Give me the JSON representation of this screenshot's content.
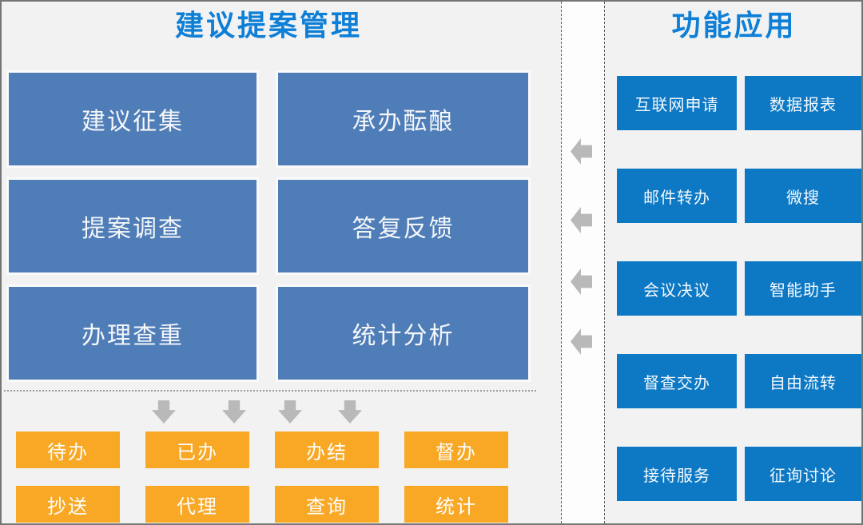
{
  "left": {
    "title": "建议提案管理",
    "modules": [
      "建议征集",
      "承办酝酿",
      "提案调查",
      "答复反馈",
      "办理查重",
      "统计分析"
    ],
    "actions": [
      "待办",
      "已办",
      "办结",
      "督办",
      "抄送",
      "代理",
      "查询",
      "统计"
    ]
  },
  "right": {
    "title": "功能应用",
    "apps": [
      "互联网申请",
      "数据报表",
      "邮件转办",
      "微搜",
      "会议决议",
      "智能助手",
      "督查交办",
      "自由流转",
      "接待服务",
      "征询讨论"
    ]
  },
  "icons": {
    "down_arrow": "block-arrow-down",
    "left_arrow": "block-arrow-left"
  },
  "colors": {
    "title_blue": "#0e7fd6",
    "module_blue": "#4f7db8",
    "app_blue": "#0d79c5",
    "action_orange": "#f9a825",
    "arrow_gray": "#b9b9b9",
    "background": "#f2f2f2",
    "strip_white": "#fdfdfd",
    "border_gray": "#757575"
  }
}
